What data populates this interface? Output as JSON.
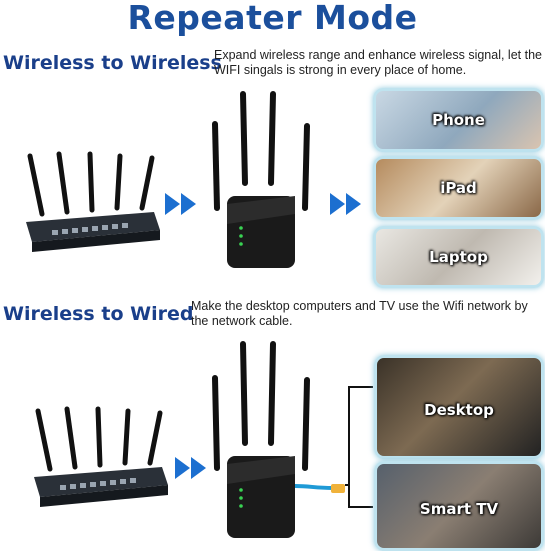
{
  "title": "Repeater Mode",
  "sections": [
    {
      "heading": "Wireless to Wireless",
      "description": "Expand wireless range and enhance wireless signal, let the WIFI singals is strong in every place of home.",
      "devices": [
        "Phone",
        "iPad",
        "Laptop"
      ]
    },
    {
      "heading": "Wireless to Wired",
      "description": "Make the desktop computers and TV use the Wifi network by the network cable.",
      "devices": [
        "Desktop",
        "Smart TV"
      ]
    }
  ],
  "colors": {
    "title": "#1b4f9c",
    "arrow": "#1c6fd0",
    "card_border": "#bfe3ef"
  }
}
